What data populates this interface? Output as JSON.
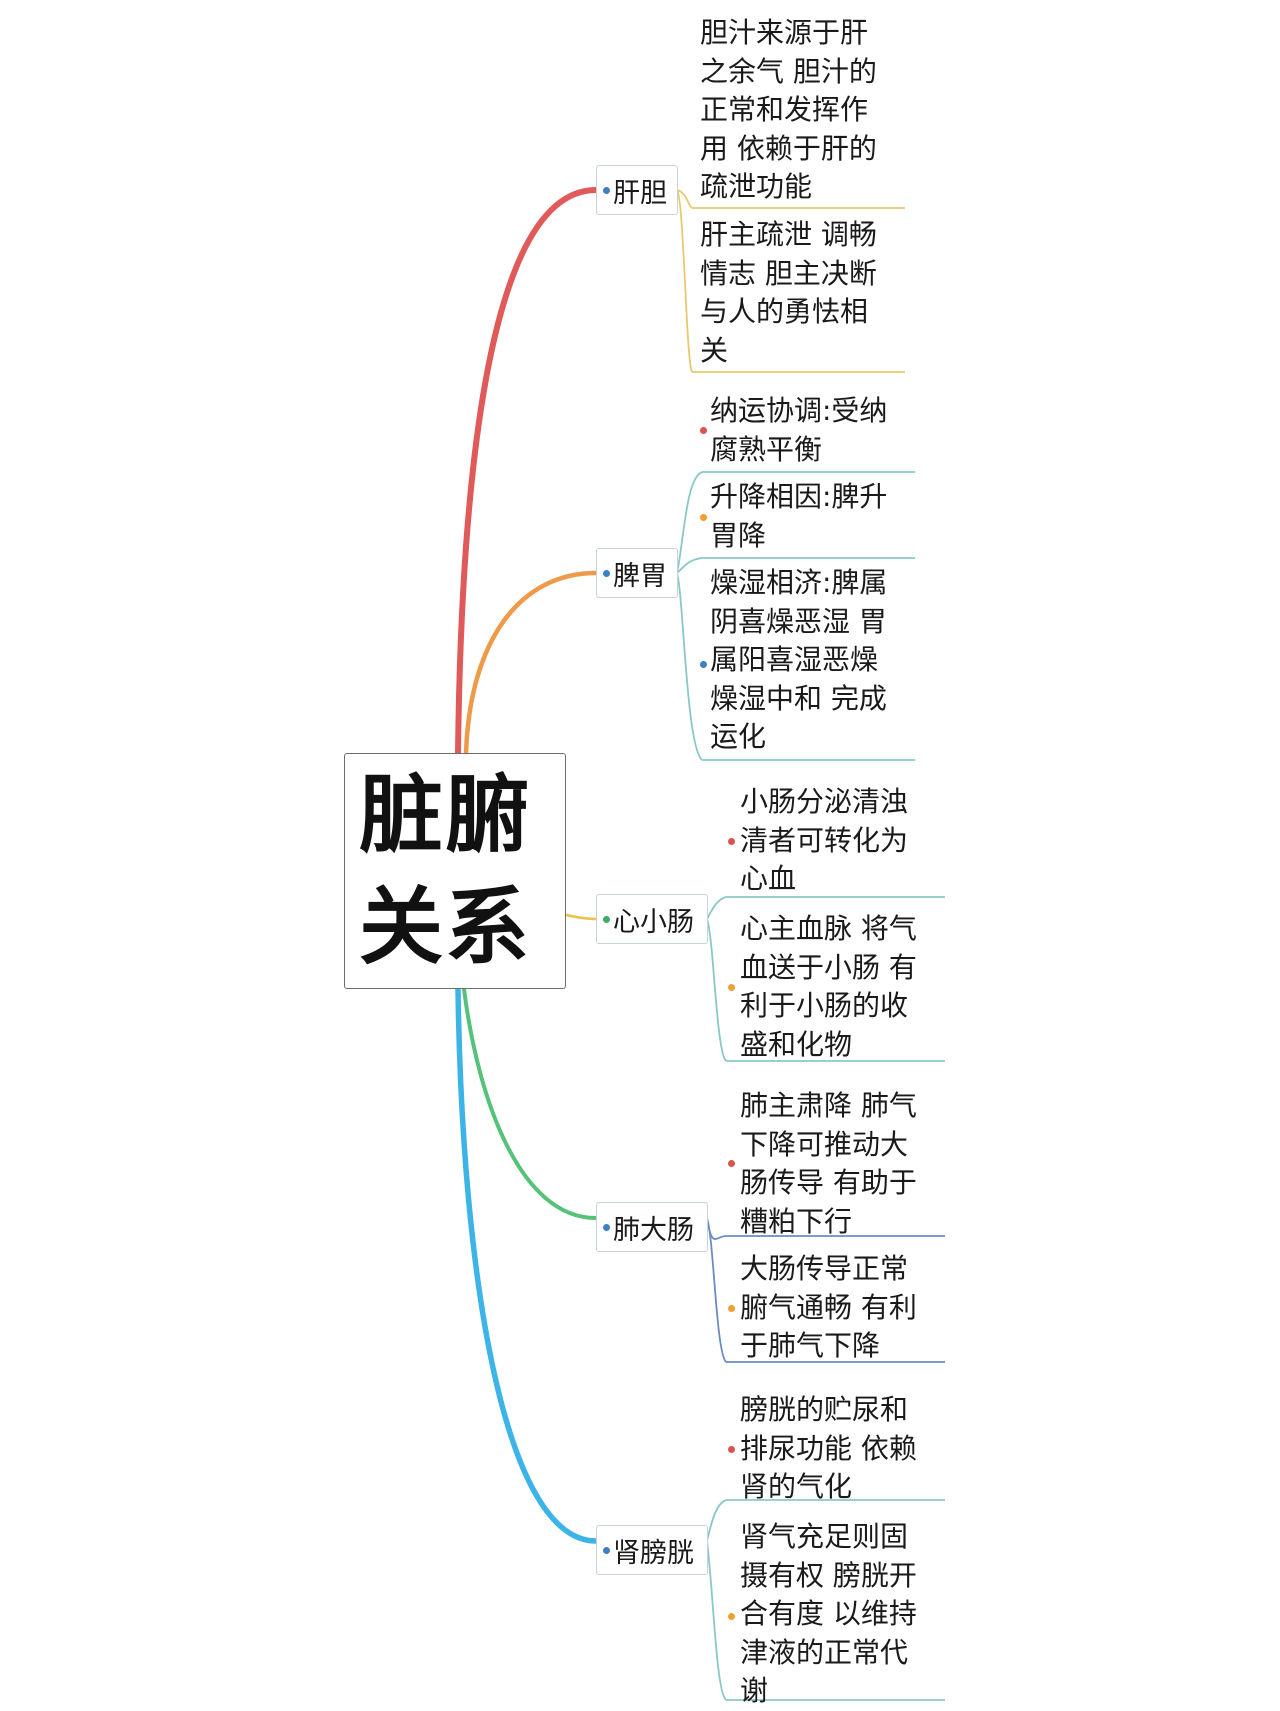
{
  "root": {
    "line1": "脏腑",
    "line2": "关系"
  },
  "colors": {
    "red": "#e05a5a",
    "orange": "#ee9a48",
    "yellow": "#e8c34a",
    "green": "#55c27a",
    "blue": "#3cb4e8",
    "dot_blue": "#3b7fc4",
    "dot_red": "#d9534f",
    "dot_orange": "#f0a030",
    "dot_green": "#3fae6a",
    "leaf_line": "#e7c96b",
    "leaf_line_teal": "#88c9c7",
    "leaf_line_blue": "#6b8cc0"
  },
  "branches": [
    {
      "label": "肝胆",
      "dot": "dot_blue",
      "leaves": [
        {
          "text": "胆汁来源于肝\n之余气 胆汁的\n正常和发挥作\n用 依赖于肝的\n疏泄功能"
        },
        {
          "text": "肝主疏泄 调畅\n情志 胆主决断\n与人的勇怯相\n关"
        }
      ]
    },
    {
      "label": "脾胃",
      "dot": "dot_blue",
      "leaves": [
        {
          "text": "纳运协调:受纳\n腐熟平衡",
          "dot": "dot_red"
        },
        {
          "text": "升降相因:脾升\n胃降",
          "dot": "dot_orange"
        },
        {
          "text": "燥湿相济:脾属\n阴喜燥恶湿 胃\n属阳喜湿恶燥\n燥湿中和 完成\n运化",
          "dot": "dot_blue"
        }
      ]
    },
    {
      "label": "心小肠",
      "dot": "dot_green",
      "leaves": [
        {
          "text": "小肠分泌清浊\n清者可转化为\n心血",
          "dot": "dot_red"
        },
        {
          "text": "心主血脉 将气\n血送于小肠 有\n利于小肠的收\n盛和化物",
          "dot": "dot_orange"
        }
      ]
    },
    {
      "label": "肺大肠",
      "dot": "dot_blue",
      "leaves": [
        {
          "text": "肺主肃降 肺气\n下降可推动大\n肠传导 有助于\n糟粕下行",
          "dot": "dot_red"
        },
        {
          "text": "大肠传导正常\n腑气通畅 有利\n于肺气下降",
          "dot": "dot_orange"
        }
      ]
    },
    {
      "label": "肾膀胱",
      "dot": "dot_blue",
      "leaves": [
        {
          "text": "膀胱的贮尿和\n排尿功能 依赖\n肾的气化",
          "dot": "dot_red"
        },
        {
          "text": "肾气充足则固\n摄有权 膀胱开\n合有度 以维持\n津液的正常代\n谢",
          "dot": "dot_orange"
        }
      ]
    }
  ]
}
